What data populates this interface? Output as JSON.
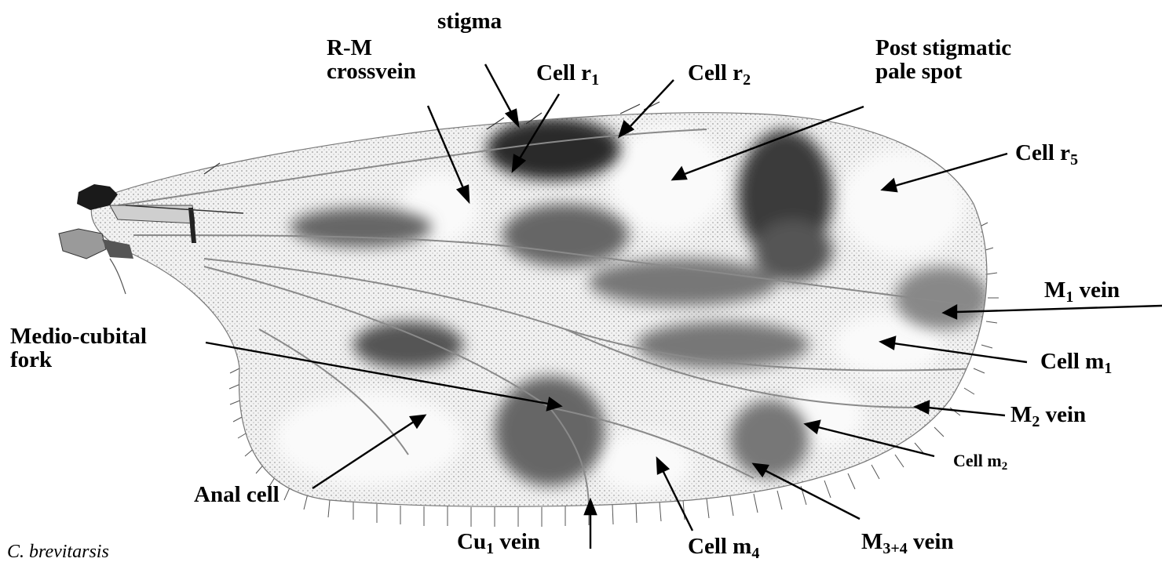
{
  "caption": "C. brevitarsis",
  "labels": {
    "stigma": {
      "text": "stigma"
    },
    "rm_crossvein": {
      "line1": "R-M",
      "line2": "crossvein"
    },
    "cell_r1": {
      "text": "Cell r",
      "sub": "1"
    },
    "cell_r2": {
      "text": "Cell r",
      "sub": "2"
    },
    "post_stigmatic": {
      "line1": "Post stigmatic",
      "line2": "pale spot"
    },
    "cell_r5": {
      "text": "Cell r",
      "sub": "5"
    },
    "m1_vein": {
      "text": "M",
      "sub": "1",
      "suffix": " vein"
    },
    "medio_cubital_fork": {
      "line1": "Medio-cubital",
      "line2": "fork"
    },
    "cell_m1": {
      "text": "Cell m",
      "sub": "1"
    },
    "m2_vein": {
      "text": "M",
      "sub": "2",
      "suffix": " vein"
    },
    "cell_m2": {
      "text": "Cell m",
      "sub": "2"
    },
    "anal_cell": {
      "text": "Anal cell"
    },
    "m34_vein": {
      "text": "M",
      "sub": "3+4",
      "suffix": " vein"
    },
    "cu1_vein": {
      "text": "Cu",
      "sub": "1",
      "suffix": " vein"
    },
    "cell_m4": {
      "text": "Cell m",
      "sub": "4"
    }
  }
}
